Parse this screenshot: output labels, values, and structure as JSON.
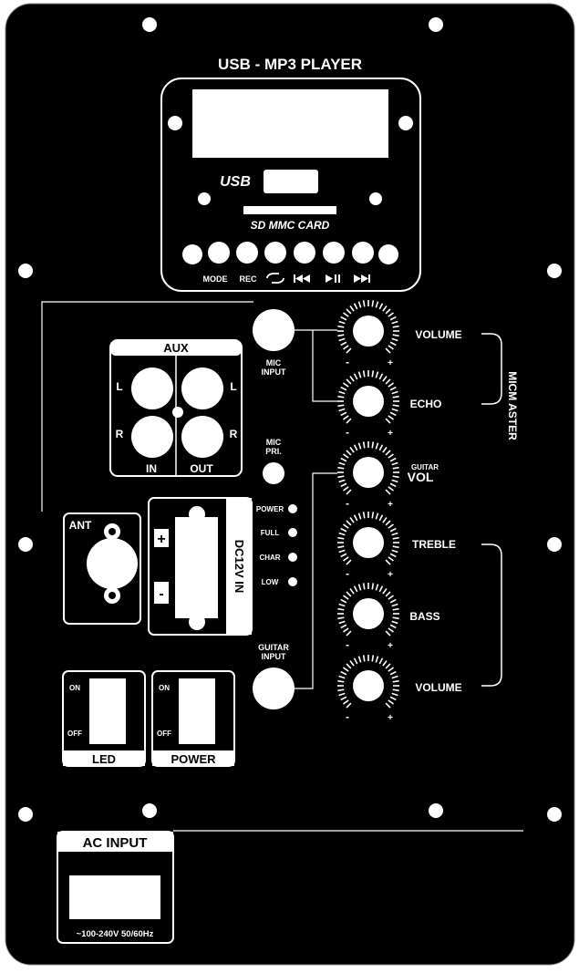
{
  "panel": {
    "title": "USB - MP3 PLAYER",
    "usb_label": "USB",
    "card_label": "SD MMC CARD",
    "player_buttons": [
      "MODE",
      "REC",
      "repeat-icon",
      "prev-icon",
      "play-pause-icon",
      "next-icon"
    ],
    "aux": {
      "title": "AUX",
      "in": "IN",
      "out": "OUT",
      "left": "L",
      "right": "R"
    },
    "mic_input": [
      "MIC",
      "INPUT"
    ],
    "mic_pri": [
      "MIC",
      "PRI."
    ],
    "guitar_input": [
      "GUITAR",
      "INPUT"
    ],
    "ant": "ANT",
    "dc_label": "DC12V IN",
    "plus": "+",
    "minus": "-",
    "indicators": [
      "POWER",
      "FULL",
      "CHAR",
      "LOW"
    ],
    "switches": [
      {
        "on": "ON",
        "off": "OFF",
        "label": "LED"
      },
      {
        "on": "ON",
        "off": "OFF",
        "label": "POWER"
      }
    ],
    "knobs": [
      {
        "small": "",
        "label": "VOLUME"
      },
      {
        "small": "",
        "label": "ECHO"
      },
      {
        "small": "GUITAR",
        "label": "VOL"
      },
      {
        "small": "",
        "label": "TREBLE"
      },
      {
        "small": "",
        "label": "BASS"
      },
      {
        "small": "",
        "label": "VOLUME"
      }
    ],
    "knob_min": "-",
    "knob_max": "+",
    "micmaster": "MICM ASTER",
    "ac_input": "AC INPUT",
    "ac_spec": "~100-240V 50/60Hz",
    "colors": {
      "panel": "#000000",
      "ink": "#ffffff"
    }
  }
}
